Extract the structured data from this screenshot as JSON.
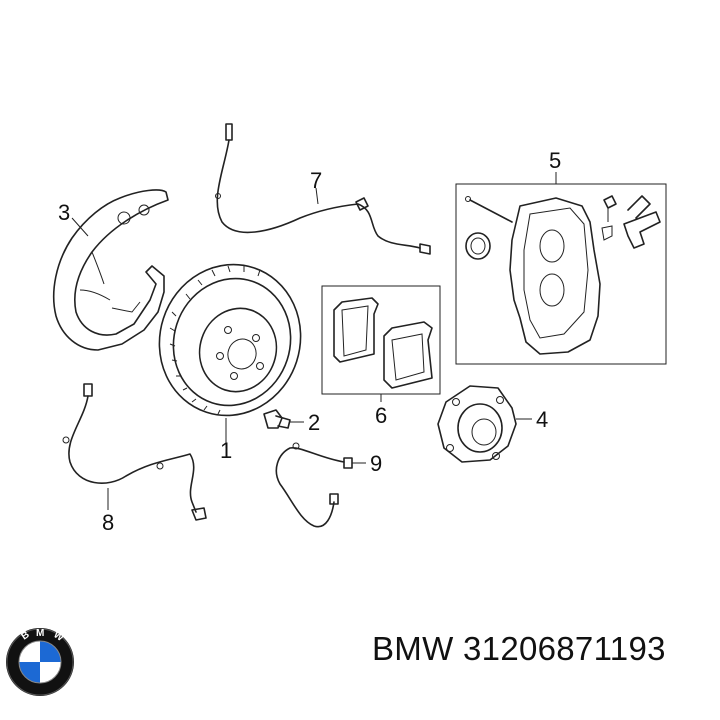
{
  "diagram": {
    "callouts": [
      {
        "id": "1",
        "label": "1"
      },
      {
        "id": "2",
        "label": "2"
      },
      {
        "id": "3",
        "label": "3"
      },
      {
        "id": "4",
        "label": "4"
      },
      {
        "id": "5",
        "label": "5"
      },
      {
        "id": "6",
        "label": "6"
      },
      {
        "id": "7",
        "label": "7"
      },
      {
        "id": "8",
        "label": "8"
      },
      {
        "id": "9",
        "label": "9"
      }
    ]
  },
  "logo": {
    "brand": "BMW",
    "icon": "bmw-roundel-icon",
    "colors": {
      "ring": "#111111",
      "blue": "#1c69d4",
      "white": "#ffffff"
    }
  },
  "caption": {
    "text": "BMW 31206871193"
  }
}
